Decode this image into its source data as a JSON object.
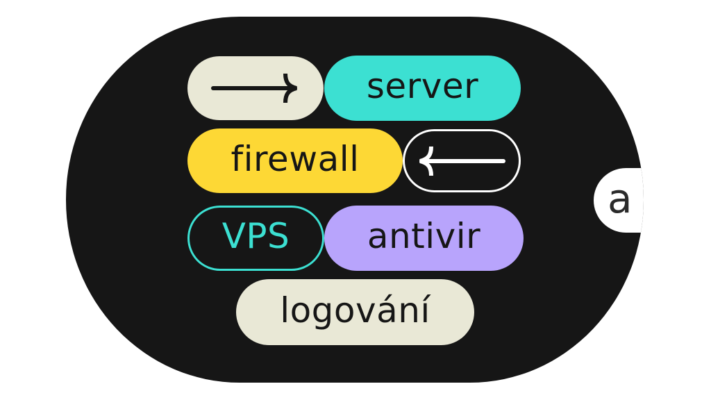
{
  "colors": {
    "background": "#ffffff",
    "badge": "#161616",
    "cream": "#e9e8d6",
    "teal": "#3ce0d2",
    "yellow": "#fdd835",
    "lavender": "#b8a4fc",
    "white": "#ffffff",
    "ink": "#161616"
  },
  "pills": [
    {
      "id": "arrow-right",
      "type": "icon",
      "icon": "arrow-right-icon",
      "style": "filled",
      "color": "#e9e8d6"
    },
    {
      "id": "server",
      "type": "text",
      "label": "server",
      "style": "filled",
      "color": "#3ce0d2"
    },
    {
      "id": "firewall",
      "type": "text",
      "label": "firewall",
      "style": "filled",
      "color": "#fdd835"
    },
    {
      "id": "arrow-left",
      "type": "icon",
      "icon": "arrow-left-icon",
      "style": "outlined",
      "color": "#ffffff"
    },
    {
      "id": "vps",
      "type": "text",
      "label": "VPS",
      "style": "outlined",
      "color": "#3ce0d2"
    },
    {
      "id": "antivir",
      "type": "text",
      "label": "antivir",
      "style": "filled",
      "color": "#b8a4fc"
    },
    {
      "id": "logovani",
      "type": "text",
      "label": "logování",
      "style": "filled",
      "color": "#e9e8d6"
    },
    {
      "id": "a",
      "type": "text",
      "label": "a",
      "style": "filled",
      "color": "#ffffff"
    }
  ]
}
